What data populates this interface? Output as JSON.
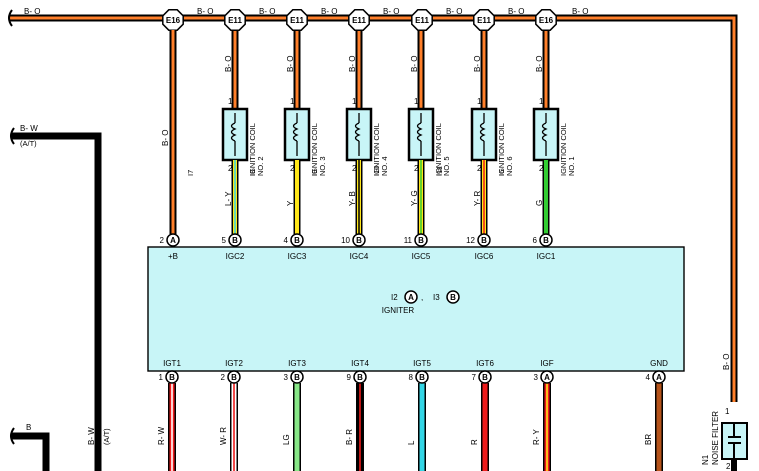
{
  "colors": {
    "orange": "#ff7f2a",
    "wire_black": "#000000",
    "igniter_fill": "#c8f5f7",
    "coil_fill": "#c8f5f7",
    "yellow": "#ffe61a",
    "cyan": "#33d6e6",
    "green": "#33cc33",
    "red": "#ee1c1c",
    "light_green": "#88e888",
    "brown": "#b5531a",
    "white": "#ffffff"
  },
  "bus": {
    "label": "B- O",
    "splice_top_labels": [
      "B- O",
      "B- O",
      "B- O",
      "B- O",
      "B- O",
      "B- O",
      "B- O"
    ],
    "right_vertical_label": "B- O"
  },
  "junctions": [
    "E16",
    "E11",
    "E11",
    "E11",
    "E11",
    "E11",
    "E16"
  ],
  "coils": [
    {
      "ref": "I7",
      "name": "IGNITION COIL",
      "no": "NO. 2",
      "wire_top": "B- O",
      "pin_top": "1",
      "pin_bottom": "2",
      "wire_bottom": "L- Y",
      "stripe": [
        "yellow",
        "cyan"
      ]
    },
    {
      "ref": "I8",
      "name": "IGNITION COIL",
      "no": "NO. 3",
      "wire_top": "B- O",
      "pin_top": "1",
      "pin_bottom": "2",
      "wire_bottom": "Y",
      "stripe": [
        "yellow",
        "yellow"
      ]
    },
    {
      "ref": "I9",
      "name": "IGNITION COIL",
      "no": "NO. 4",
      "wire_top": "B- O",
      "pin_top": "1",
      "pin_bottom": "2",
      "wire_bottom": "Y- B",
      "stripe": [
        "yellow",
        "wire_black"
      ]
    },
    {
      "ref": "I10",
      "name": "IGNITION COIL",
      "no": "NO. 5",
      "wire_top": "B- O",
      "pin_top": "1",
      "pin_bottom": "2",
      "wire_bottom": "Y- G",
      "stripe": [
        "yellow",
        "green"
      ]
    },
    {
      "ref": "I11",
      "name": "IGNITION COIL",
      "no": "NO. 6",
      "wire_top": "B- O",
      "pin_top": "1",
      "pin_bottom": "2",
      "wire_bottom": "Y- R",
      "stripe": [
        "yellow",
        "red"
      ]
    },
    {
      "ref": "I6",
      "name": "IGNITION COIL",
      "no": "NO. 1",
      "wire_top": "B- O",
      "pin_top": "1",
      "pin_bottom": "2",
      "wire_bottom": "G",
      "stripe": [
        "green",
        "green"
      ]
    }
  ],
  "igniter": {
    "name": "IGNITER",
    "connectors": [
      "I2",
      "I3"
    ],
    "connector_glyphs": [
      "A",
      "B"
    ],
    "separator": ",",
    "plus_b": {
      "pin": "2",
      "connector": "A",
      "label": "+B",
      "wire": "B- O"
    },
    "top_pins": [
      {
        "pin": "5",
        "connector": "B",
        "label": "IGC2"
      },
      {
        "pin": "4",
        "connector": "B",
        "label": "IGC3"
      },
      {
        "pin": "10",
        "connector": "B",
        "label": "IGC4"
      },
      {
        "pin": "11",
        "connector": "B",
        "label": "IGC5"
      },
      {
        "pin": "12",
        "connector": "B",
        "label": "IGC6"
      },
      {
        "pin": "6",
        "connector": "B",
        "label": "IGC1"
      }
    ],
    "bottom_pins": [
      {
        "pin": "1",
        "connector": "B",
        "label": "IGT1",
        "wire": "R- W",
        "stripe": [
          "red",
          "white"
        ]
      },
      {
        "pin": "2",
        "connector": "B",
        "label": "IGT2",
        "wire": "W- R",
        "stripe": [
          "white",
          "red"
        ]
      },
      {
        "pin": "3",
        "connector": "B",
        "label": "IGT3",
        "wire": "LG",
        "stripe": [
          "light_green",
          "light_green"
        ]
      },
      {
        "pin": "9",
        "connector": "B",
        "label": "IGT4",
        "wire": "B- R",
        "stripe": [
          "wire_black",
          "red"
        ]
      },
      {
        "pin": "8",
        "connector": "B",
        "label": "IGT5",
        "wire": "L",
        "stripe": [
          "cyan",
          "cyan"
        ]
      },
      {
        "pin": "7",
        "connector": "B",
        "label": "IGT6",
        "wire": "R",
        "stripe": [
          "red",
          "red"
        ]
      },
      {
        "pin": "3",
        "connector": "A",
        "label": "IGF",
        "wire": "R- Y",
        "stripe": [
          "red",
          "yellow"
        ]
      },
      {
        "pin": "4",
        "connector": "A",
        "label": "GND",
        "wire": "BR",
        "stripe": [
          "brown",
          "brown"
        ]
      }
    ]
  },
  "left_wires": {
    "bw_top_label": "B- W",
    "bw_top_sub": "(A/T)",
    "b_label": "B",
    "bw_bottom_label": "B- W",
    "bw_bottom_sub": "(A/T)"
  },
  "noise_filter": {
    "ref": "N1",
    "name": "NOISE FILTER",
    "pin_top": "1",
    "pin_bottom": "2"
  }
}
